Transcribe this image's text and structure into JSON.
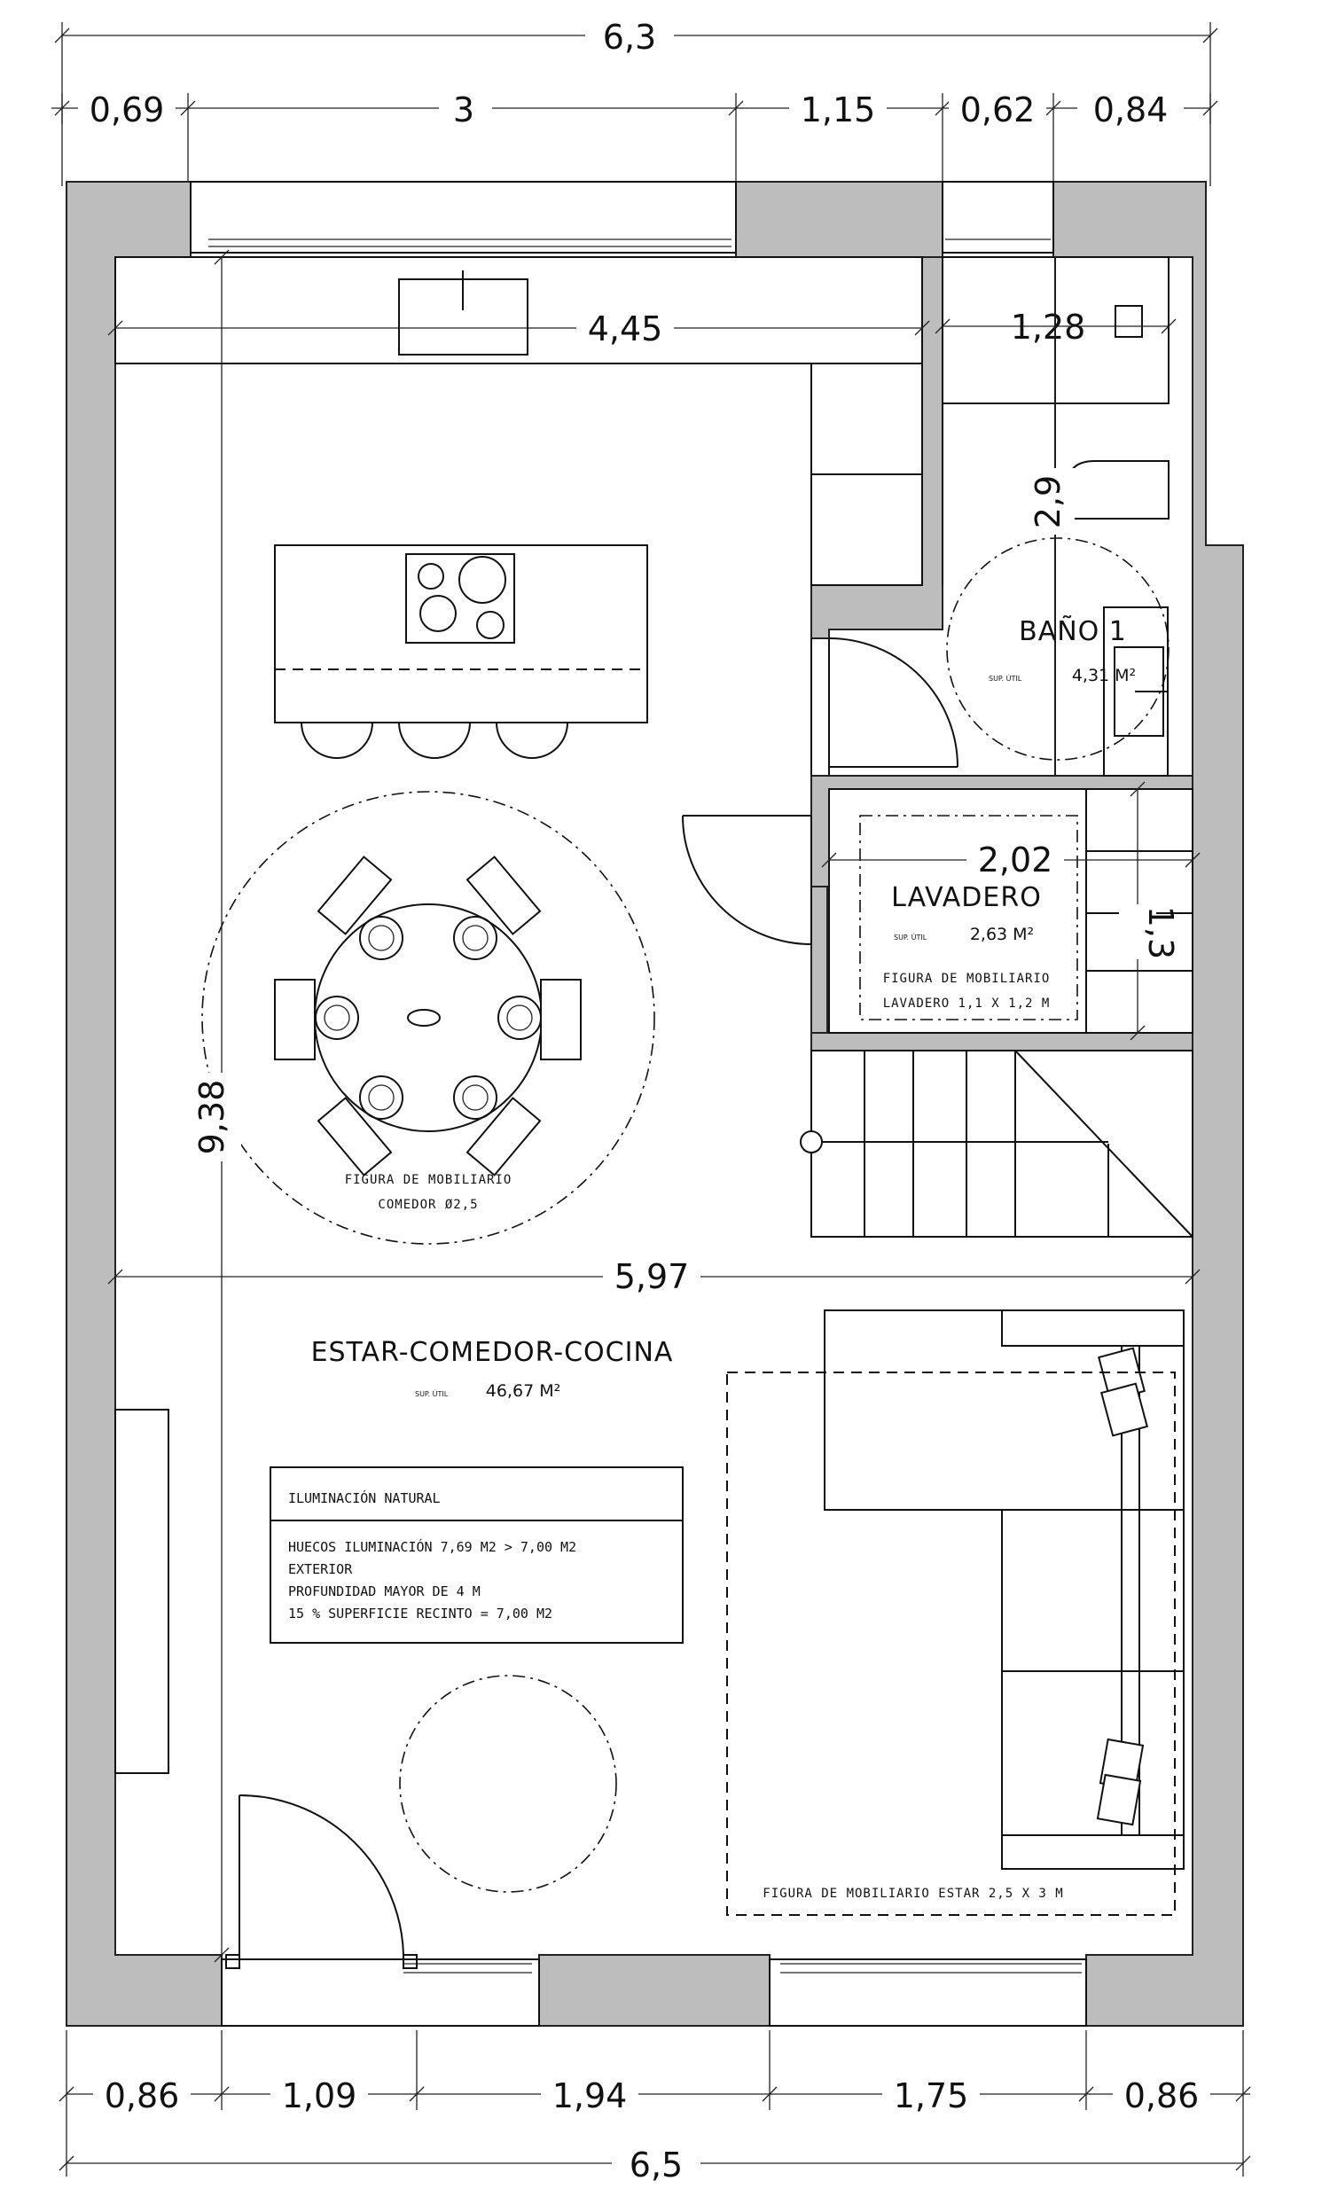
{
  "dimensions": {
    "top_total": "6,3",
    "top_segments": [
      "0,69",
      "3",
      "1,15",
      "0,62",
      "0,84"
    ],
    "bottom_segments": [
      "0,86",
      "1,09",
      "1,94",
      "1,75",
      "0,86"
    ],
    "bottom_total": "6,5",
    "kitchen_width": "4,45",
    "bath_width": "1,28",
    "bath_height": "2,9",
    "laundry_width": "2,02",
    "laundry_height": "1,3",
    "living_length": "9,38",
    "living_width": "5,97"
  },
  "rooms": {
    "bath": {
      "name": "BAÑO 1",
      "area_prefix": "SUP. ÚTIL",
      "area": "4,31 M²"
    },
    "laundry": {
      "name": "LAVADERO",
      "area_prefix": "SUP. ÚTIL",
      "area": "2,63 M²",
      "note_1": "FIGURA DE MOBILIARIO",
      "note_2": "LAVADERO 1,1 X 1,2 M"
    },
    "living": {
      "name": "ESTAR-COMEDOR-COCINA",
      "area_prefix": "SUP. ÚTIL",
      "area": "46,67 M²"
    }
  },
  "furniture_notes": {
    "dining_1": "FIGURA DE MOBILIARIO",
    "dining_2": "COMEDOR Ø2,5",
    "lounge": "FIGURA DE MOBILIARIO ESTAR 2,5 X 3 M"
  },
  "lighting_table": {
    "title": "ILUMINACIÓN NATURAL",
    "line_1": "HUECOS ILUMINACIÓN 7,69 M2 > 7,00 M2",
    "line_2": "EXTERIOR",
    "line_3": "PROFUNDIDAD MAYOR DE 4 M",
    "line_4": "15 % SUPERFICIE RECINTO = 7,00 M2"
  }
}
